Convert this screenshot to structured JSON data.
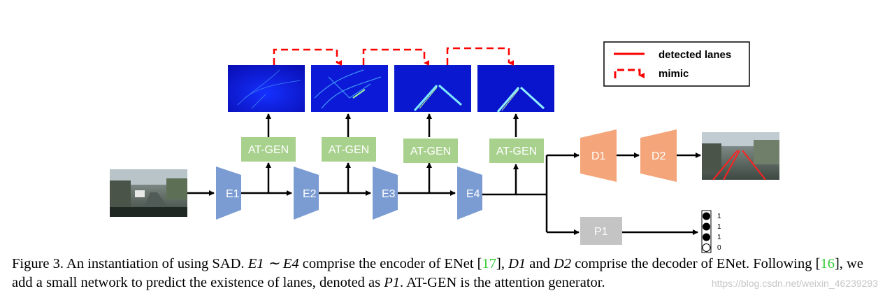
{
  "legend": {
    "detected_label": "detected lanes",
    "mimic_label": "mimic"
  },
  "encoders": [
    "E1",
    "E2",
    "E3",
    "E4"
  ],
  "at_gen_label": "AT-GEN",
  "decoders": [
    "D1",
    "D2"
  ],
  "predictor": "P1",
  "existence_values": [
    "1",
    "1",
    "1",
    "0"
  ],
  "caption": {
    "part1": "Figure 3. An instantiation of using SAD. ",
    "e1e4": "E1 ∼ E4",
    "part2": " comprise the encoder of ENet [",
    "cite1": "17",
    "part3": "], ",
    "d1": "D1",
    "part4": " and ",
    "d2": "D2",
    "part5": " comprise the decoder of ENet. Following [",
    "cite2": "16",
    "part6": "], we add a small network to predict the existence of lanes, denoted as ",
    "p1": "P1",
    "part7": ". AT-GEN is the attention generator."
  },
  "watermark": "https://blog.csdn.net/weixin_46239293",
  "colors": {
    "encoder": "#7b9cd2",
    "atgen": "#a9d18e",
    "decoder": "#f4a57a",
    "predictor": "#c4c4c4",
    "mimic": "#ff0000",
    "citation": "#33cc33"
  }
}
